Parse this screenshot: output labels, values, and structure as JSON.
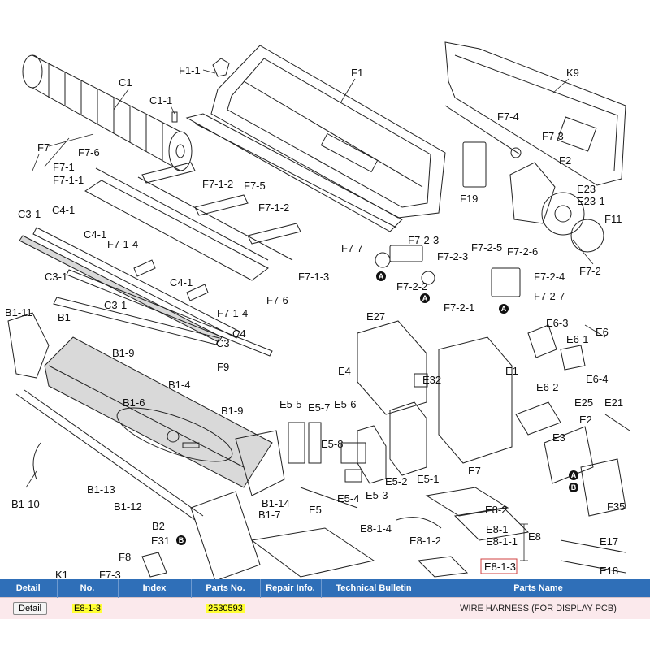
{
  "diagram": {
    "labels": {
      "C1": "C1",
      "C1_1": "C1-1",
      "F1_1": "F1-1",
      "F1": "F1",
      "K9": "K9",
      "F7a": "F7",
      "F7_6a": "F7-6",
      "F7_1": "F7-1",
      "F7_1_1": "F7-1-1",
      "F7_1_2a": "F7-1-2",
      "F7_5": "F7-5",
      "F7_1_2b": "F7-1-2",
      "F7_4": "F7-4",
      "F7_3": "F7-3",
      "F2": "F2",
      "F19": "F19",
      "E23": "E23",
      "E23_1": "E23-1",
      "F11": "F11",
      "C3_1a": "C3-1",
      "C4_1a": "C4-1",
      "C4_1b": "C4-1",
      "F7_1_4a": "F7-1-4",
      "C3_1b": "C3-1",
      "F7_1_3": "F7-1-3",
      "F7_7": "F7-7",
      "F7_2_3a": "F7-2-3",
      "F7_2_3b": "F7-2-3",
      "F7_2_2": "F7-2-2",
      "F7_2_5": "F7-2-5",
      "F7_2_6": "F7-2-6",
      "F7_2_4": "F7-2-4",
      "F7_2": "F7-2",
      "F7_2_7": "F7-2-7",
      "F7_2_1": "F7-2-1",
      "C4_1c": "C4-1",
      "C3_1c": "C3-1",
      "F7_6b": "F7-6",
      "F7_1_4b": "F7-1-4",
      "C4": "C4",
      "C3": "C3",
      "B1_11": "B1-11",
      "B1": "B1",
      "B1_9a": "B1-9",
      "F9": "F9",
      "B1_4": "B1-4",
      "B1_6": "B1-6",
      "B1_9b": "B1-9",
      "E27": "E27",
      "E4": "E4",
      "E32": "E32",
      "E1": "E1",
      "E6_3": "E6-3",
      "E6_1": "E6-1",
      "E6": "E6",
      "E6_2": "E6-2",
      "E6_4": "E6-4",
      "E5_5": "E5-5",
      "E5_7": "E5-7",
      "E5_6": "E5-6",
      "E5_8": "E5-8",
      "E5_2": "E5-2",
      "E5_1": "E5-1",
      "E5_3": "E5-3",
      "E5_4": "E5-4",
      "E5": "E5",
      "E7": "E7",
      "E25": "E25",
      "E21": "E21",
      "E2": "E2",
      "E3": "E3",
      "F35": "F35",
      "B1_10": "B1-10",
      "B1_13": "B1-13",
      "B1_12": "B1-12",
      "B1_14": "B1-14",
      "B1_7": "B1-7",
      "B2": "B2",
      "E31": "E31",
      "F8": "F8",
      "F7_3b": "F7-3",
      "K1": "K1",
      "E8_2": "E8-2",
      "E8_1_4": "E8-1-4",
      "E8_1_2": "E8-1-2",
      "E8_1": "E8-1",
      "E8_1_1": "E8-1-1",
      "E8": "E8",
      "E8_1_3": "E8-1-3",
      "E17": "E17",
      "E18": "E18"
    },
    "connectors": {
      "A": "A",
      "B": "B"
    }
  },
  "table": {
    "headers": [
      "Detail",
      "No.",
      "Index",
      "Parts No.",
      "Repair Info.",
      "Technical Bulletin",
      "Parts Name"
    ],
    "row": {
      "detail_button": "Detail",
      "no": "E8-1-3",
      "index": "",
      "parts_no": "2530593",
      "repair_info": "",
      "technical_bulletin": "",
      "parts_name": "WIRE HARNESS (FOR DISPLAY PCB)"
    }
  },
  "colors": {
    "header_bg": "#2f6fb8",
    "row_bg": "#fbe9ec",
    "highlight": "#ffff33",
    "selection_box": "#d04040"
  }
}
